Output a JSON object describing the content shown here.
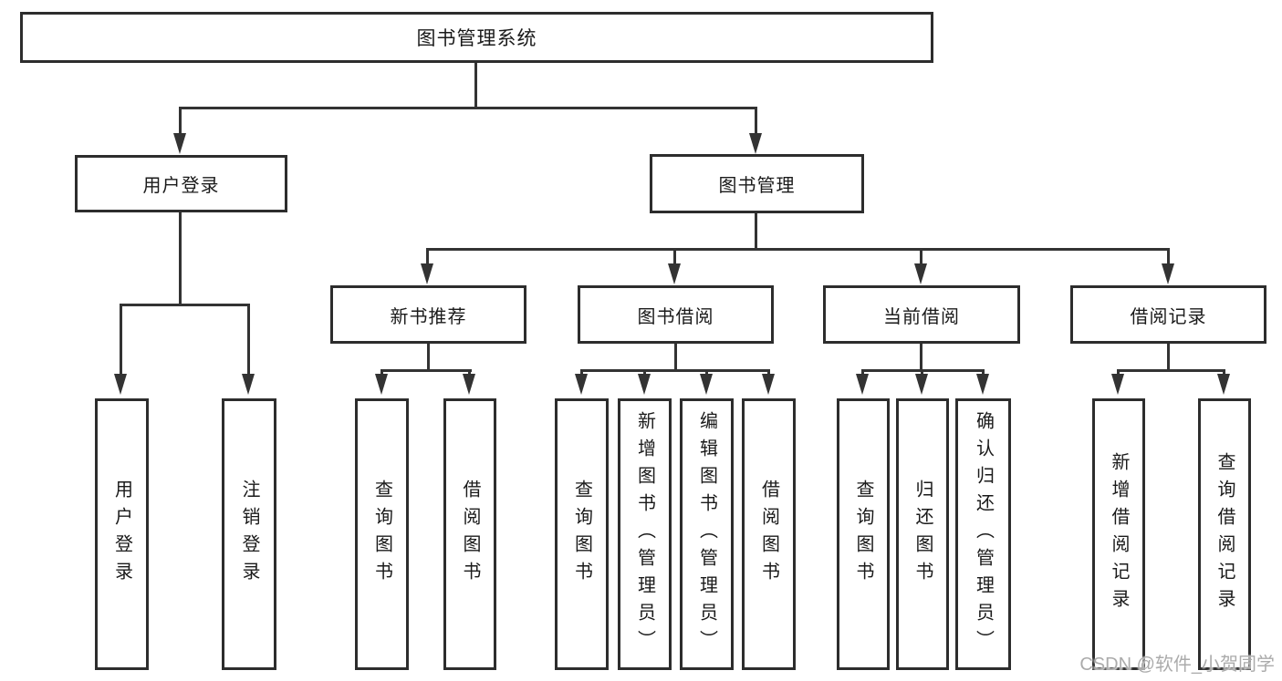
{
  "diagram": {
    "title": "图书管理系统",
    "root": {
      "label": "图书管理系统"
    },
    "level2": [
      {
        "id": "user-login",
        "label": "用户登录"
      },
      {
        "id": "book-management",
        "label": "图书管理"
      }
    ],
    "level3": [
      {
        "id": "new-book-recommend",
        "label": "新书推荐",
        "parent": "book-management"
      },
      {
        "id": "book-borrow",
        "label": "图书借阅",
        "parent": "book-management"
      },
      {
        "id": "current-borrow",
        "label": "当前借阅",
        "parent": "book-management"
      },
      {
        "id": "borrow-records",
        "label": "借阅记录",
        "parent": "book-management"
      }
    ],
    "leaves": {
      "login": [
        {
          "label": "用户登录"
        },
        {
          "label": "注销登录"
        }
      ],
      "newbook": [
        {
          "label": "查询图书"
        },
        {
          "label": "借阅图书"
        }
      ],
      "borrow": [
        {
          "label": "查询图书"
        },
        {
          "label": "新增图书（管理员）"
        },
        {
          "label": "编辑图书（管理员）"
        },
        {
          "label": "借阅图书"
        }
      ],
      "current": [
        {
          "label": "查询图书"
        },
        {
          "label": "归还图书"
        },
        {
          "label": "确认归还（管理员）"
        }
      ],
      "records": [
        {
          "label": "新增借阅记录"
        },
        {
          "label": "查询借阅记录"
        }
      ]
    },
    "colors": {
      "line": "#333333",
      "border": "#2d2d2d",
      "text": "#1a1a1a",
      "background": "#ffffff",
      "watermark": "#ababab"
    }
  },
  "watermark": {
    "text": "CSDN @软件_小贺同学"
  }
}
